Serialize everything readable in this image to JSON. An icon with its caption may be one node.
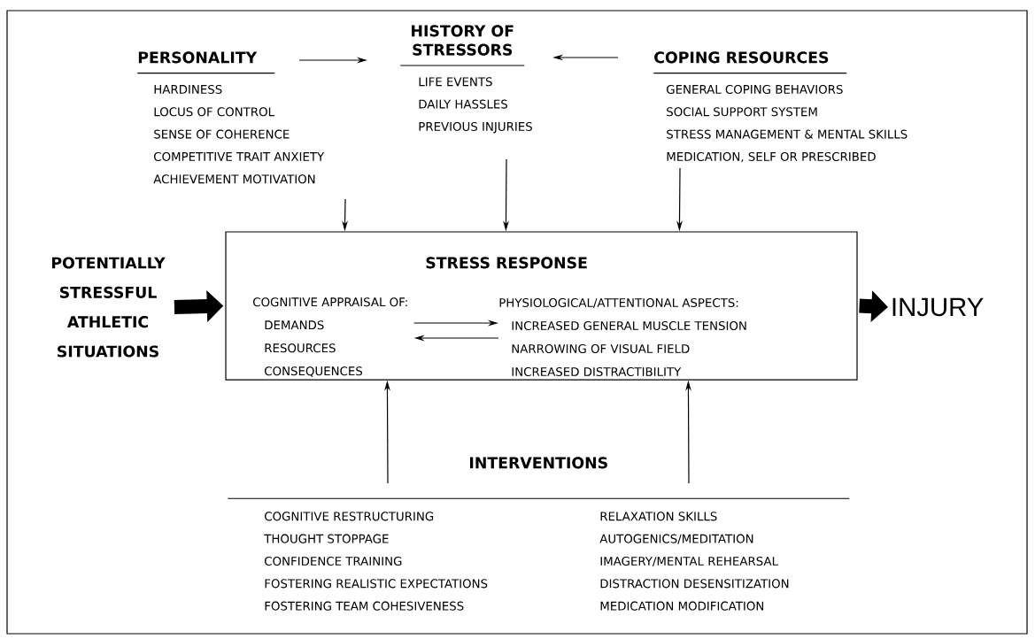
{
  "diagram": {
    "nodes": [
      {
        "text": [
          "PERSONALITY",
          "HARDINESS",
          "LOCUS OF CONTROL",
          "SENSE OF COHERENCE",
          "COMPETITIVE TRAIT ANXIETY",
          "ACHIEVEMENT MOTIVATION"
        ]
      },
      {
        "text": [
          "HISTORY OF STRESSORS",
          "LIFE EVENTS",
          "DAILY HASSLES",
          "PREVIOUS INJURIES"
        ]
      },
      {
        "text": [
          "COPING RESOURCES",
          "GENERAL COPING BEHAVIORS",
          "SOCIAL SUPPORT SYSTEM",
          "STRESS MANAGEMENT & MENTAL SKILLS",
          "MEDICATION, SELF OR PRESCRIBED"
        ]
      },
      {
        "text": [
          "POTENTIALLY STRESSFUL ATHLETIC SITUATIONS"
        ]
      },
      {
        "text": [
          "STRESS RESPONSE"
        ]
      },
      {
        "text": [
          "COGNITIVE APPRAISAL OF:",
          "DEMANDS",
          "RESOURCES",
          "CONSEQUENCES"
        ],
        "in": 4
      },
      {
        "text": [
          "PHYSIOLOGICAL/ATTENTIONAL ASPECTS:",
          "INCREASED GENERAL MUSCLE TENSION",
          "NARROWING OF VISUAL FIELD",
          "INCREASED DISTRACTIBILITY"
        ],
        "in": 4
      },
      {
        "text": [
          "INJURY"
        ]
      },
      {
        "text": [
          "INTERVENTIONS",
          "COGNITIVE RESTRUCTURING",
          "THOUGHT STOPPAGE",
          "CONFIDENCE TRAINING",
          "FOSTERING REALISTIC EXPECTATIONS",
          "FOSTERING TEAM COHESIVENESS",
          "RELAXATION SKILLS",
          "AUTOGENICS/MEDITATION",
          "IMAGERY/MENTAL REHEARSAL",
          "DISTRACTION DESENSITIZATION",
          "MEDICATION MODIFICATION"
        ]
      }
    ],
    "edges": [
      {
        "from": 0,
        "to": 1,
        "arrow": "to"
      },
      {
        "from": 2,
        "to": 1,
        "arrow": "to"
      },
      {
        "from": 0,
        "to": 4,
        "arrow": "to"
      },
      {
        "from": 1,
        "to": 4,
        "arrow": "to"
      },
      {
        "from": 2,
        "to": 4,
        "arrow": "to"
      },
      {
        "from": 3,
        "to": 4,
        "arrow": "to",
        "style": "thick"
      },
      {
        "from": 4,
        "to": 7,
        "arrow": "to",
        "style": "thick"
      },
      {
        "from": 5,
        "to": 6,
        "arrow": "to"
      },
      {
        "from": 6,
        "to": 5,
        "arrow": "to"
      },
      {
        "from": 8,
        "to": 4,
        "arrow": "to"
      },
      {
        "from": 8,
        "to": 4,
        "arrow": "to"
      }
    ]
  }
}
